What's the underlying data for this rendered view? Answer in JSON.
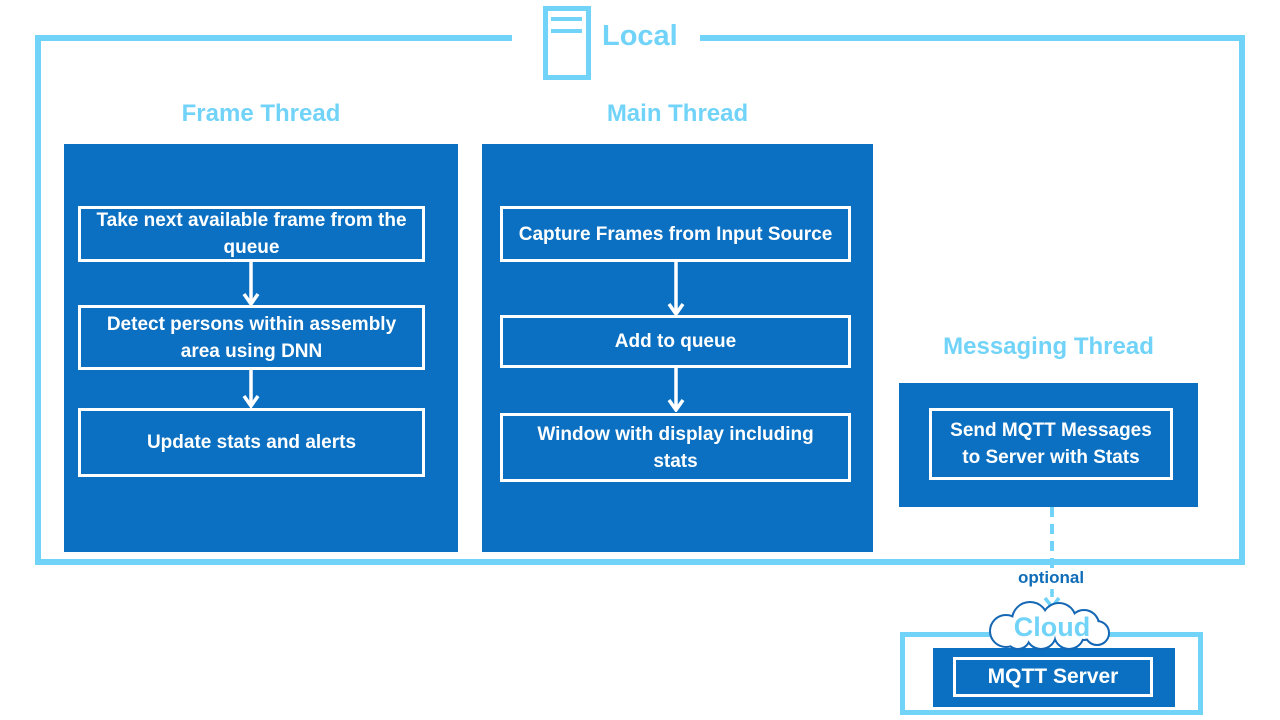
{
  "local": {
    "label": "Local",
    "threads": [
      {
        "title": "Frame Thread",
        "steps": [
          "Take next available frame from the queue",
          "Detect persons within assembly area using DNN",
          "Update stats and alerts"
        ]
      },
      {
        "title": "Main Thread",
        "steps": [
          "Capture Frames from Input Source",
          "Add to queue",
          "Window with display including stats"
        ]
      },
      {
        "title": "Messaging Thread",
        "steps": [
          "Send MQTT Messages to Server with Stats"
        ]
      }
    ]
  },
  "connector": {
    "label": "optional"
  },
  "cloud": {
    "label": "Cloud",
    "server_label": "MQTT Server"
  },
  "colors": {
    "panel_blue": "#0B70C1",
    "light_blue": "#71D3F8",
    "cloud_outline_blue": "#1467B4",
    "optional_text_blue": "#0F6CB8",
    "step_text_white": "#FFFFFF"
  }
}
